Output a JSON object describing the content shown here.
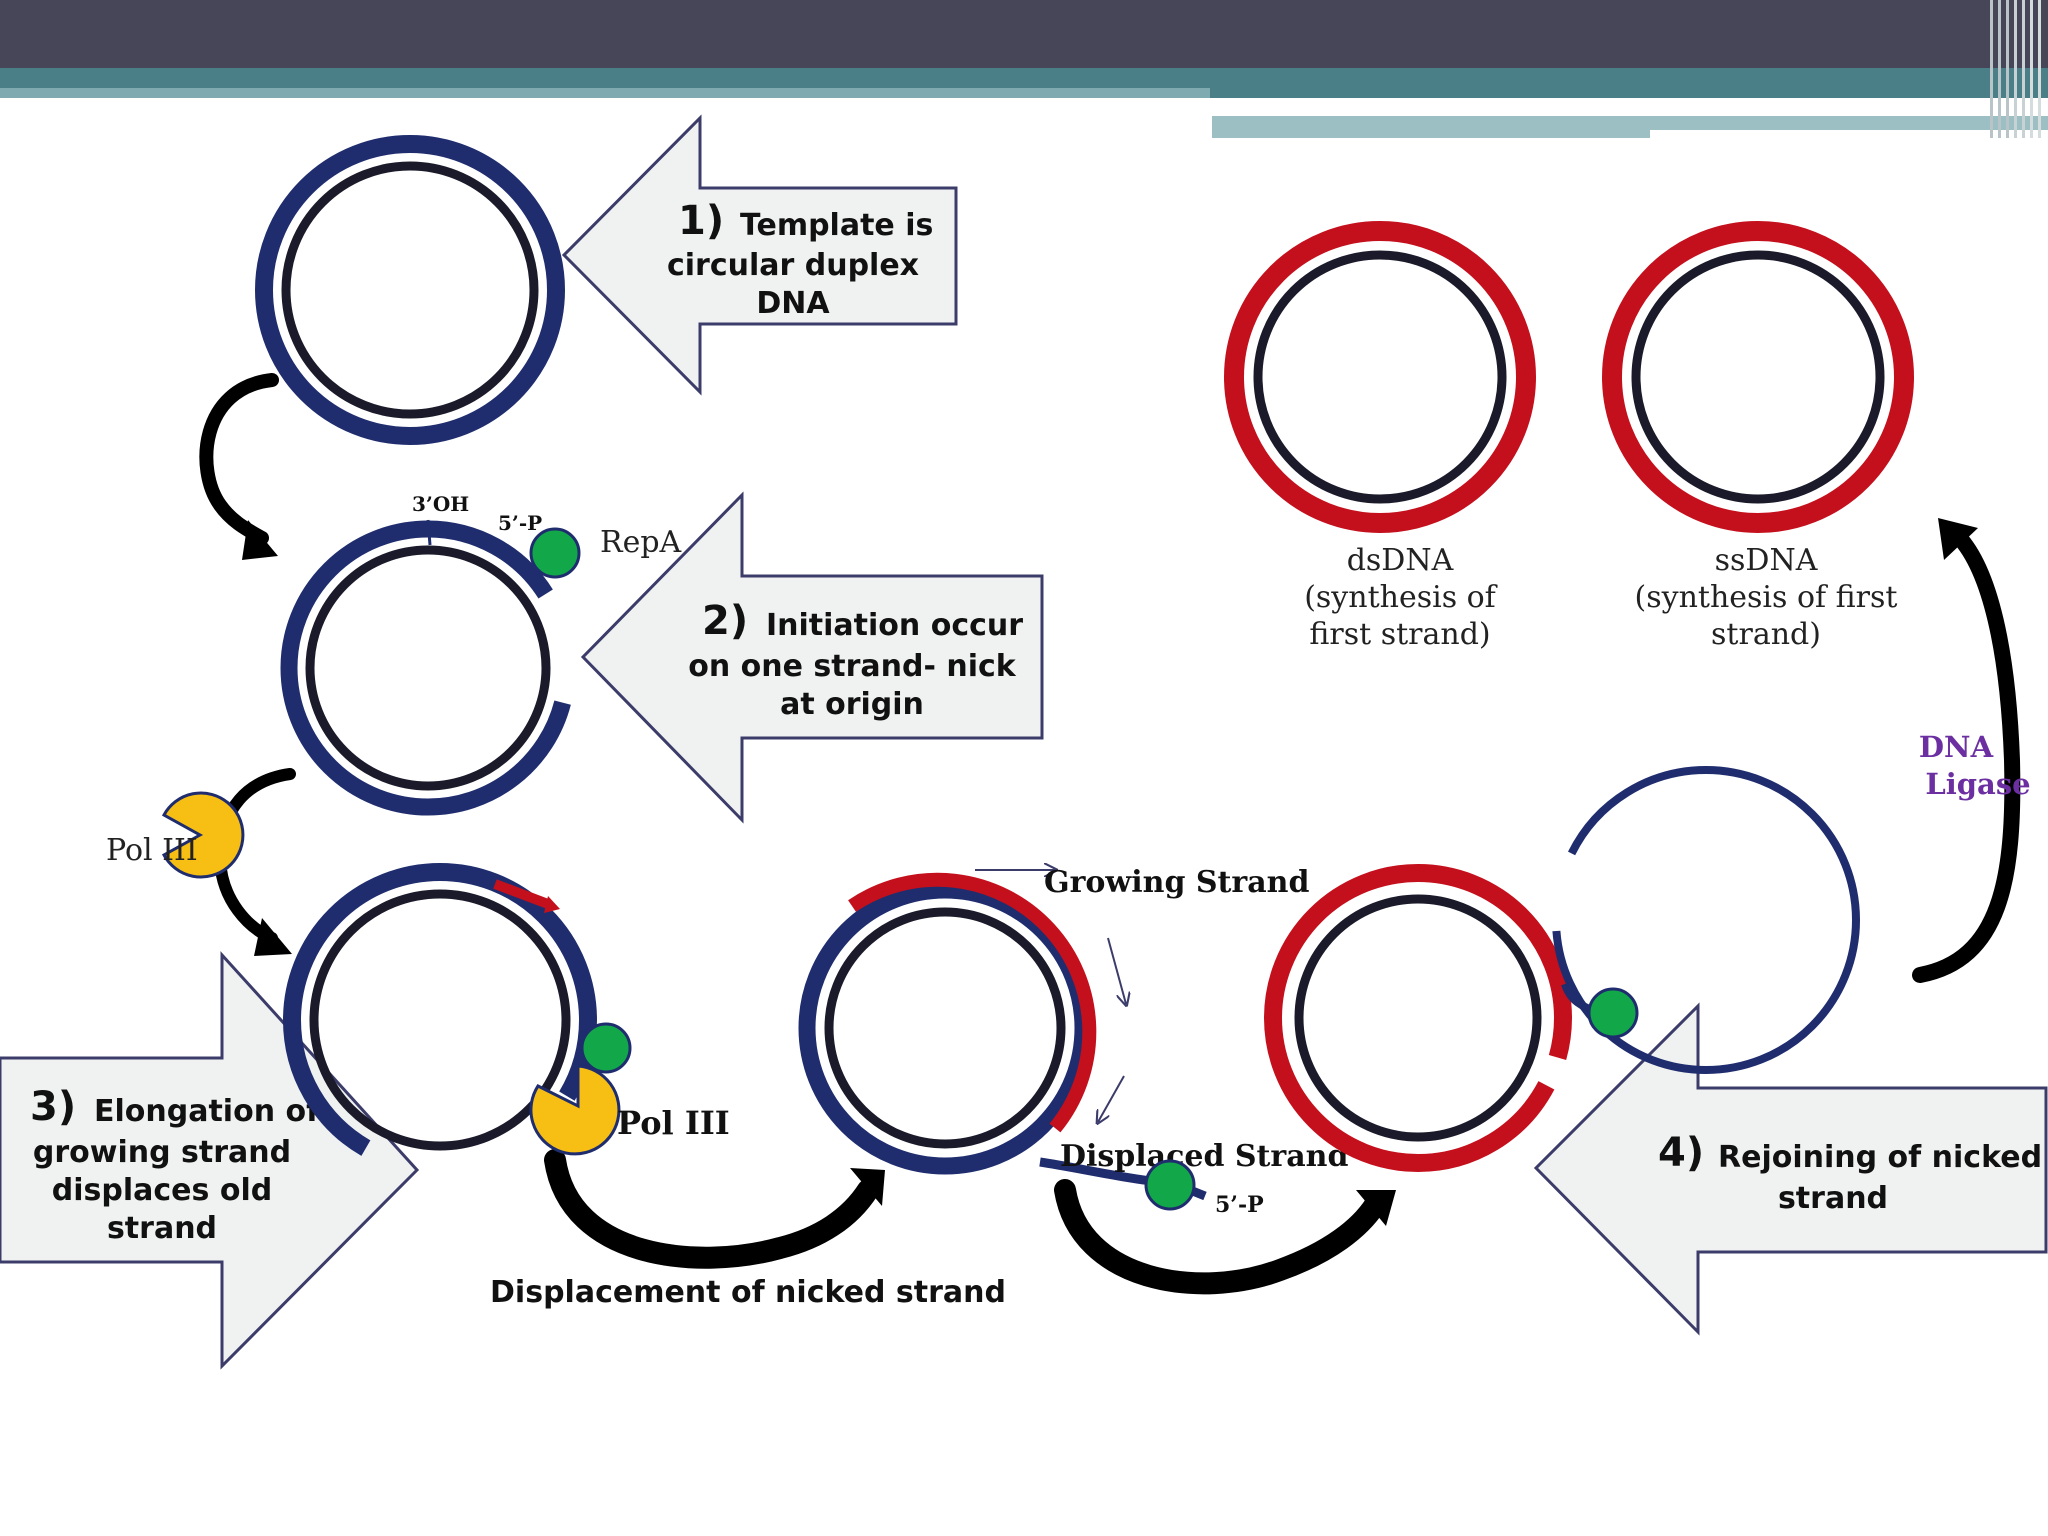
{
  "steps": {
    "step1": {
      "number": "1)",
      "line1": "Template is",
      "line2": "circular duplex",
      "line3": "DNA"
    },
    "step2": {
      "number": "2)",
      "line1": "Initiation occur",
      "line2": "on one strand- nick",
      "line3": "at origin"
    },
    "step3": {
      "number": "3)",
      "line1": "Elongation of",
      "line2": "growing strand",
      "line3": "displaces old",
      "line4": "strand"
    },
    "step4": {
      "number": "4)",
      "line1": "Rejoining of nicked",
      "line2": "strand"
    }
  },
  "labels": {
    "three_oh": "3’OH",
    "five_p": "5’-P",
    "repA": "RepA",
    "pol_iii_left": "Pol III",
    "pol_iii_bold": "Pol III",
    "growing_strand": "Growing Strand",
    "displaced_strand": "Displaced Strand",
    "five_p_tail": "5’-P",
    "displacement_caption": "Displacement of nicked strand",
    "dna_ligase_line1": "DNA",
    "dna_ligase_line2": "Ligase"
  },
  "products": {
    "dsdna": {
      "line1": "dsDNA",
      "line2": "(synthesis of",
      "line3": "first strand)"
    },
    "ssdna": {
      "line1": "ssDNA",
      "line2": "(synthesis of first",
      "line3": "strand)"
    }
  },
  "colors": {
    "header_dark": "#464658",
    "header_teal": "#4a7f88",
    "template_strand": "#1f2d6e",
    "inner_strand": "#1a1a2a",
    "new_strand": "#c4101c",
    "repA_protein": "#12a84a",
    "pol_iii_protein": "#f7bf14",
    "ligase_text": "#6b2fa1",
    "callout_fill": "#f0f2f2",
    "callout_stroke": "#3c3c6a"
  }
}
